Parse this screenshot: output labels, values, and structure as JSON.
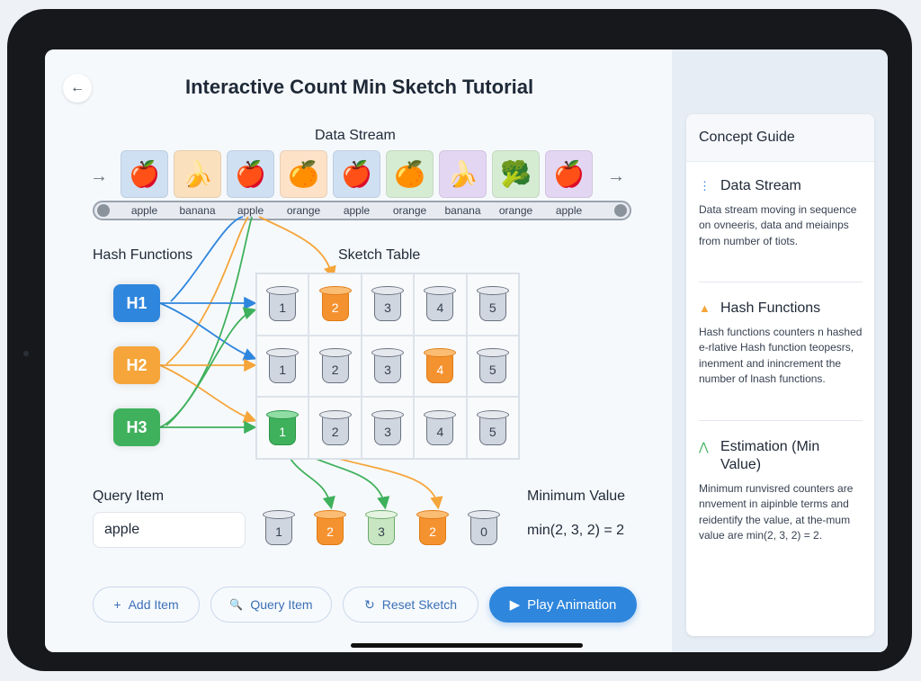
{
  "header": {
    "back_icon": "←",
    "title": "Interactive Count Min Sketch Tutorial"
  },
  "stream": {
    "label": "Data Stream",
    "items": [
      {
        "label": "apple",
        "emoji": "🍎",
        "color": "#cfe0f3"
      },
      {
        "label": "banana",
        "emoji": "🍌",
        "color": "#fae0bd"
      },
      {
        "label": "apple",
        "emoji": "🍎",
        "color": "#cfe0f3"
      },
      {
        "label": "orange",
        "emoji": "🍊",
        "color": "#fde2c8"
      },
      {
        "label": "apple",
        "emoji": "🍎",
        "color": "#cfe0f3"
      },
      {
        "label": "orange",
        "emoji": "🍊",
        "color": "#d5ecd3"
      },
      {
        "label": "banana",
        "emoji": "🍌",
        "color": "#e3d6f3"
      },
      {
        "label": "orange",
        "emoji": "🥦",
        "color": "#d5ecd3"
      },
      {
        "label": "apple",
        "emoji": "🍎",
        "color": "#e3d6f3"
      }
    ]
  },
  "hash": {
    "label": "Hash Functions",
    "functions": [
      {
        "name": "H1",
        "color": "#2f86dd"
      },
      {
        "name": "H2",
        "color": "#f5a53a"
      },
      {
        "name": "H3",
        "color": "#3fb15c"
      }
    ]
  },
  "sketch": {
    "label": "Sketch Table",
    "rows": [
      [
        {
          "v": "1",
          "s": "default"
        },
        {
          "v": "2",
          "s": "orange"
        },
        {
          "v": "3",
          "s": "default"
        },
        {
          "v": "4",
          "s": "default"
        },
        {
          "v": "5",
          "s": "default"
        }
      ],
      [
        {
          "v": "1",
          "s": "default"
        },
        {
          "v": "2",
          "s": "default"
        },
        {
          "v": "3",
          "s": "default"
        },
        {
          "v": "4",
          "s": "orange"
        },
        {
          "v": "5",
          "s": "default"
        }
      ],
      [
        {
          "v": "1",
          "s": "green"
        },
        {
          "v": "2",
          "s": "default"
        },
        {
          "v": "3",
          "s": "default"
        },
        {
          "v": "4",
          "s": "default"
        },
        {
          "v": "5",
          "s": "default"
        }
      ]
    ]
  },
  "query": {
    "label": "Query Item",
    "value": "apple",
    "buckets": [
      {
        "v": "1",
        "s": "default"
      },
      {
        "v": "2",
        "s": "orange"
      },
      {
        "v": "3",
        "s": "lightgreen"
      },
      {
        "v": "2",
        "s": "orange"
      },
      {
        "v": "0",
        "s": "default"
      }
    ]
  },
  "minimum": {
    "label": "Minimum Value",
    "expression": "min(2, 3, 2) = 2"
  },
  "actions": {
    "add": {
      "icon": "+",
      "label": "Add Item"
    },
    "query": {
      "icon": "🔍",
      "label": "Query Item"
    },
    "reset": {
      "icon": "↻",
      "label": "Reset Sketch"
    },
    "play": {
      "icon": "▶",
      "label": "Play Animation"
    }
  },
  "guide": {
    "title": "Concept Guide",
    "sections": [
      {
        "icon": "⋮",
        "title": "Data Stream",
        "text": "Data stream moving in sequence on ovneeris, data and meiainps from number of tiots."
      },
      {
        "icon": "▲",
        "title": "Hash Functions",
        "text": "Hash functions counters n hashed e-rlative Hash function teopesrs, inenment and inincrement the number of lnash functions."
      },
      {
        "icon": "⋀",
        "title": "Estimation (Min Value)",
        "text": "Minimum runvisred counters are nnvement in aipinble terms and reidentify the value, at the-mum value are min(2, 3, 2) = 2."
      }
    ]
  }
}
